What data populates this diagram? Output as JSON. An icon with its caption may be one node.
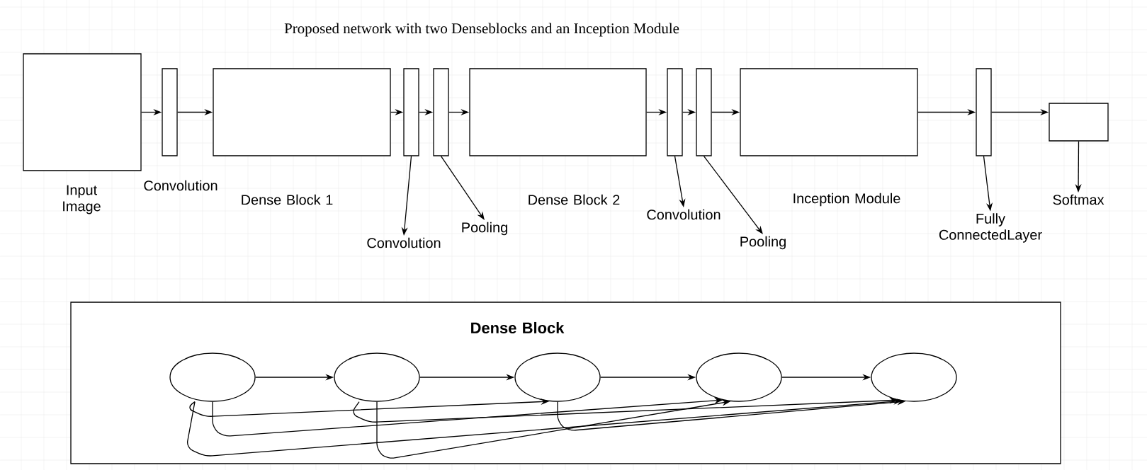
{
  "diagram": {
    "title": "Proposed network with two Denseblocks and an Inception Module",
    "nodes": [
      {
        "text": [
          "Input Image"
        ]
      },
      {
        "text": [
          "Convolution"
        ]
      },
      {
        "text": [
          "Dense Block 1"
        ]
      },
      {
        "text": [],
        "shape": "bar"
      },
      {
        "text": [],
        "shape": "bar"
      },
      {
        "text": [
          "Dense Block 2"
        ]
      },
      {
        "text": [],
        "shape": "bar"
      },
      {
        "text": [],
        "shape": "bar"
      },
      {
        "text": [
          "Inception Module"
        ]
      },
      {
        "text": [],
        "shape": "bar"
      },
      {
        "text": [],
        "shape": "box"
      },
      {
        "text": [
          "Convolution"
        ]
      },
      {
        "text": [
          "Pooling"
        ]
      },
      {
        "text": [
          "Convolution"
        ]
      },
      {
        "text": [
          "Pooling"
        ]
      },
      {
        "text": [
          "Fully ConnectedLayer"
        ]
      },
      {
        "text": [
          "Softmax"
        ]
      },
      {
        "text": [
          "Dense Block"
        ]
      },
      {
        "text": [],
        "shape": "circle",
        "in": 17
      },
      {
        "text": [],
        "shape": "circle",
        "in": 17
      },
      {
        "text": [],
        "shape": "circle",
        "in": 17
      },
      {
        "text": [],
        "shape": "circle",
        "in": 17
      },
      {
        "text": [],
        "shape": "circle",
        "in": 17
      }
    ],
    "edges": [
      {
        "from": 0,
        "to": 1,
        "arrow": "to"
      },
      {
        "from": 1,
        "to": 2,
        "arrow": "to"
      },
      {
        "from": 2,
        "to": 3,
        "arrow": "to"
      },
      {
        "from": 3,
        "to": 4,
        "arrow": "to"
      },
      {
        "from": 4,
        "to": 5,
        "arrow": "to"
      },
      {
        "from": 5,
        "to": 6,
        "arrow": "to"
      },
      {
        "from": 6,
        "to": 7,
        "arrow": "to"
      },
      {
        "from": 7,
        "to": 8,
        "arrow": "to"
      },
      {
        "from": 8,
        "to": 9,
        "arrow": "to"
      },
      {
        "from": 9,
        "to": 10,
        "arrow": "to"
      },
      {
        "from": 3,
        "to": 11,
        "arrow": "to"
      },
      {
        "from": 4,
        "to": 12,
        "arrow": "to"
      },
      {
        "from": 6,
        "to": 13,
        "arrow": "to"
      },
      {
        "from": 7,
        "to": 14,
        "arrow": "to"
      },
      {
        "from": 9,
        "to": 15,
        "arrow": "to"
      },
      {
        "from": 10,
        "to": 16,
        "arrow": "to"
      },
      {
        "from": 18,
        "to": 19,
        "arrow": "to"
      },
      {
        "from": 19,
        "to": 20,
        "arrow": "to"
      },
      {
        "from": 20,
        "to": 21,
        "arrow": "to"
      },
      {
        "from": 21,
        "to": 22,
        "arrow": "to"
      },
      {
        "from": 18,
        "to": 20,
        "arrow": "to"
      },
      {
        "from": 18,
        "to": 21,
        "arrow": "to"
      },
      {
        "from": 18,
        "to": 22,
        "arrow": "to"
      },
      {
        "from": 19,
        "to": 21,
        "arrow": "to"
      },
      {
        "from": 19,
        "to": 22,
        "arrow": "to"
      },
      {
        "from": 20,
        "to": 22,
        "arrow": "to"
      }
    ]
  }
}
